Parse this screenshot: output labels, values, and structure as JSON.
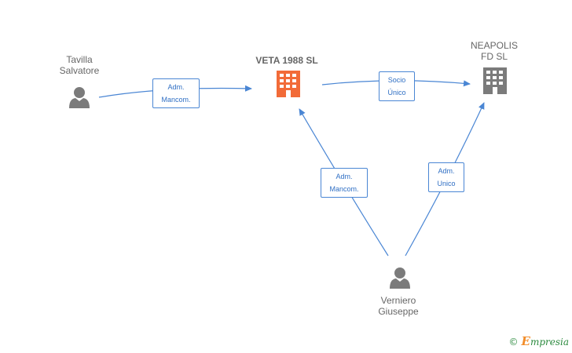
{
  "nodes": {
    "tavilla": {
      "label": "Tavilla\nSalvatore",
      "type": "person"
    },
    "veta": {
      "label": "VETA 1988  SL",
      "type": "company"
    },
    "neapolis": {
      "label": "NEAPOLIS\nFD  SL",
      "type": "company"
    },
    "verniero": {
      "label": "Verniero\nGiuseppe",
      "type": "person"
    }
  },
  "edges": {
    "tavilla_veta": "Adm.\nMancom.",
    "veta_neapolis": "Socio\nÚnico",
    "verniero_veta": "Adm.\nMancom.",
    "verniero_neapolis": "Adm.\nUnico"
  },
  "colors": {
    "edge": "#4a86d4",
    "person": "#7b7b7b",
    "company_main": "#f26b38",
    "company_other": "#7b7b7b"
  },
  "icons": {
    "person": "person-icon",
    "company": "building-icon"
  },
  "brand": {
    "copyright": "©",
    "e": "E",
    "rest": "mpresia"
  }
}
